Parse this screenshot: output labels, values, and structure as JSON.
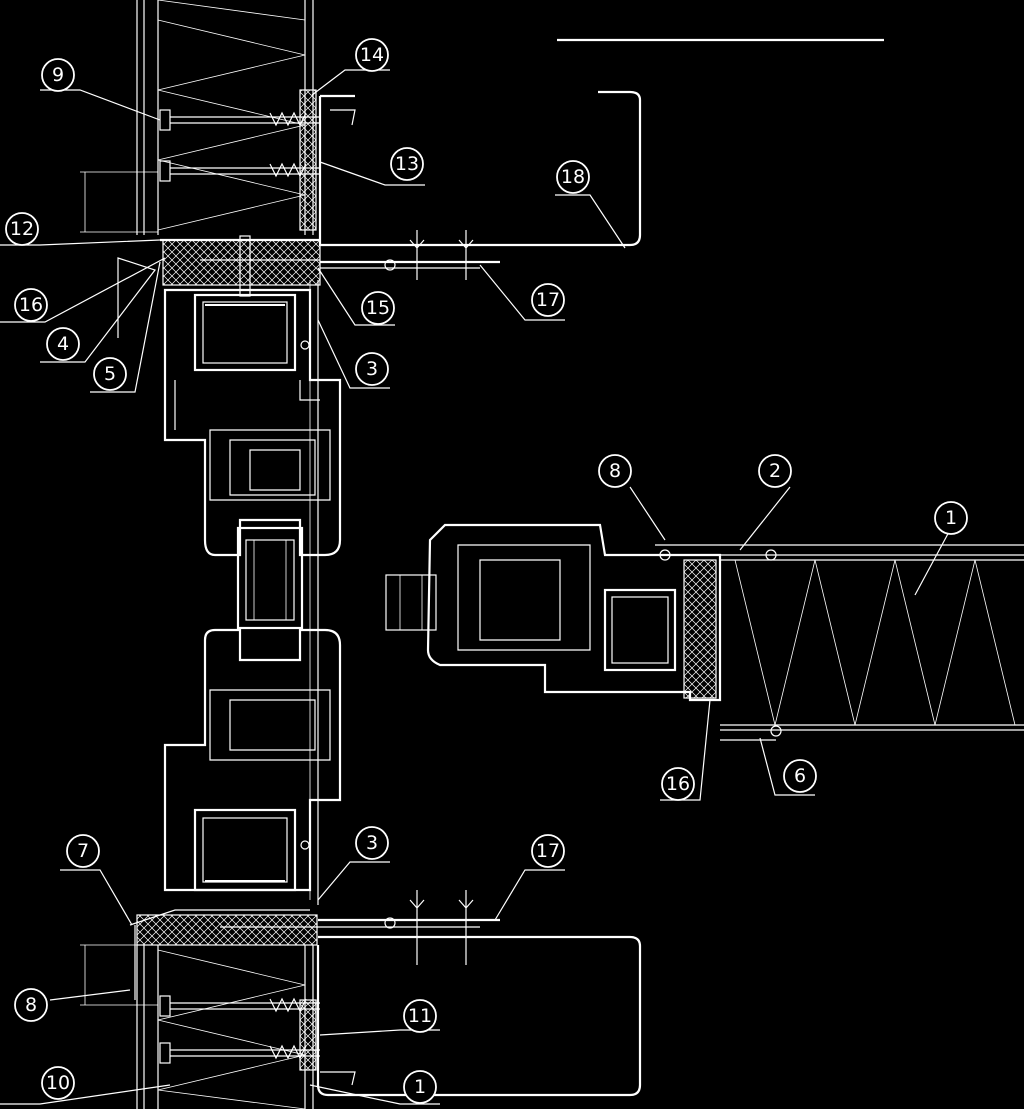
{
  "callouts": [
    {
      "id": "c9",
      "label": "9"
    },
    {
      "id": "c14",
      "label": "14"
    },
    {
      "id": "c13",
      "label": "13"
    },
    {
      "id": "c18",
      "label": "18"
    },
    {
      "id": "c12",
      "label": "12"
    },
    {
      "id": "c16a",
      "label": "16"
    },
    {
      "id": "c15",
      "label": "15"
    },
    {
      "id": "c17a",
      "label": "17"
    },
    {
      "id": "c4",
      "label": "4"
    },
    {
      "id": "c5",
      "label": "5"
    },
    {
      "id": "c3a",
      "label": "3"
    },
    {
      "id": "c8a",
      "label": "8"
    },
    {
      "id": "c2",
      "label": "2"
    },
    {
      "id": "c1a",
      "label": "1"
    },
    {
      "id": "c6",
      "label": "6"
    },
    {
      "id": "c16b",
      "label": "16"
    },
    {
      "id": "c7",
      "label": "7"
    },
    {
      "id": "c3b",
      "label": "3"
    },
    {
      "id": "c17b",
      "label": "17"
    },
    {
      "id": "c8b",
      "label": "8"
    },
    {
      "id": "c11",
      "label": "11"
    },
    {
      "id": "c10",
      "label": "10"
    },
    {
      "id": "c1b",
      "label": "1"
    }
  ]
}
